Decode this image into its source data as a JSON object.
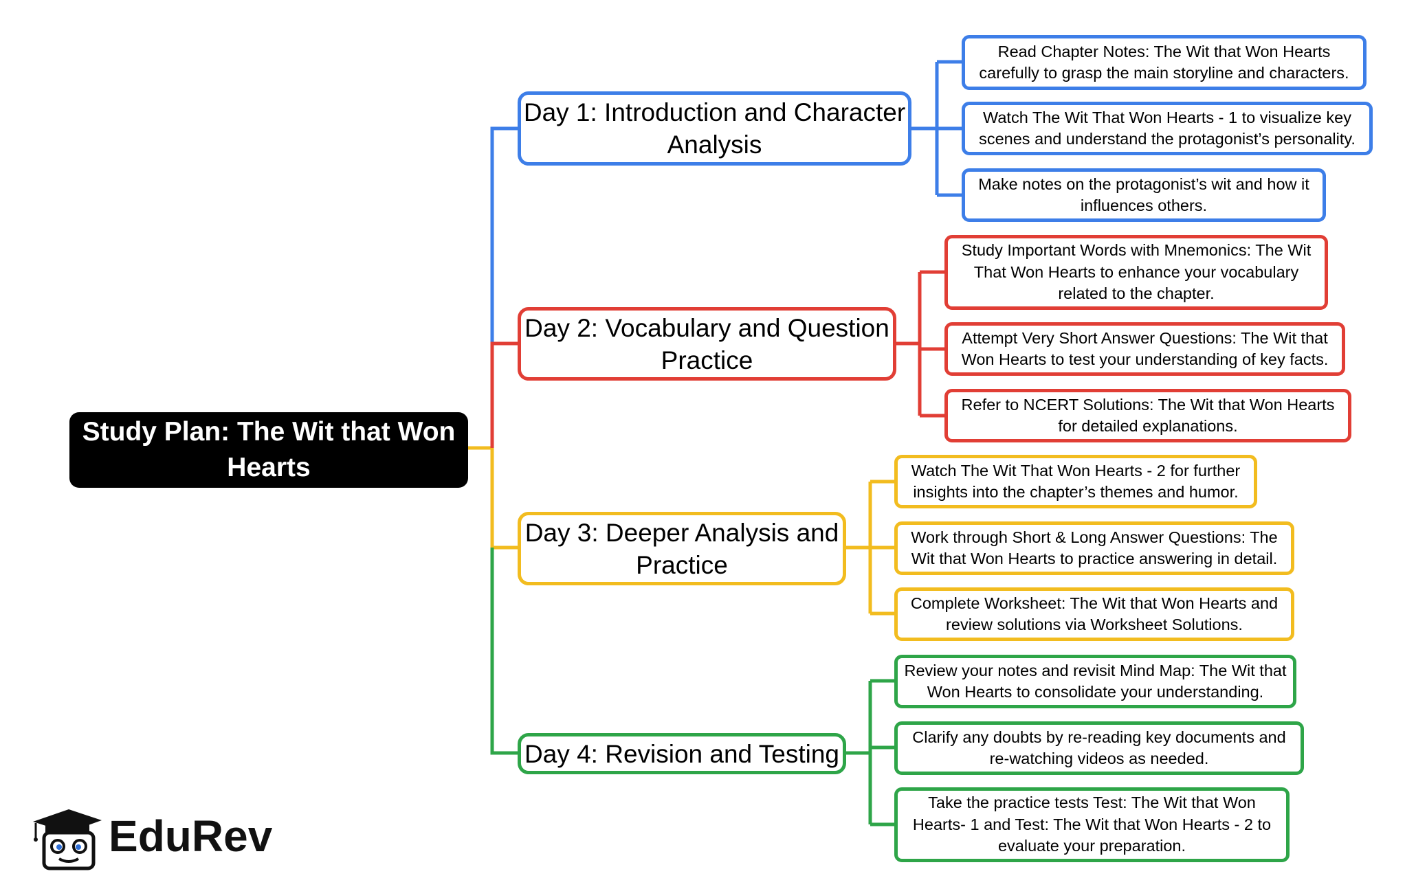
{
  "root": {
    "label": "Study Plan: The Wit that Won Hearts"
  },
  "days": [
    {
      "label": "Day 1: Introduction and Character Analysis",
      "color": "#3d7ee8",
      "tasks": [
        "Read Chapter Notes: The Wit that Won Hearts carefully to grasp the main storyline and characters.",
        "Watch The Wit That Won Hearts - 1 to visualize key scenes and understand the protagonist’s personality.",
        "Make notes on the protagonist’s wit and how it influences others."
      ]
    },
    {
      "label": "Day 2: Vocabulary and Question Practice",
      "color": "#e13e35",
      "tasks": [
        "Study Important Words with Mnemonics: The Wit That Won Hearts to enhance your vocabulary related to the chapter.",
        "Attempt Very Short Answer Questions: The Wit that Won Hearts to test your understanding of key facts.",
        "Refer to NCERT Solutions: The Wit that Won Hearts for detailed explanations."
      ]
    },
    {
      "label": "Day 3: Deeper Analysis and Practice",
      "color": "#f2bc1f",
      "tasks": [
        "Watch The Wit That Won Hearts - 2 for further insights into the chapter’s themes and humor.",
        "Work through Short & Long Answer Questions: The Wit that Won Hearts to practice answering in detail.",
        "Complete Worksheet: The Wit that Won Hearts and review solutions via Worksheet Solutions."
      ]
    },
    {
      "label": "Day 4: Revision and Testing",
      "color": "#2ea548",
      "tasks": [
        "Review your notes and revisit Mind Map: The Wit that Won Hearts to consolidate your understanding.",
        "Clarify any doubts by re-reading key documents and re-watching videos as needed.",
        "Take the practice tests Test: The Wit that Won Hearts- 1 and Test: The Wit that Won Hearts - 2 to evaluate your preparation."
      ]
    }
  ],
  "logo": {
    "text": "EduRev",
    "icon": "graduation-cap-mascot-icon"
  }
}
